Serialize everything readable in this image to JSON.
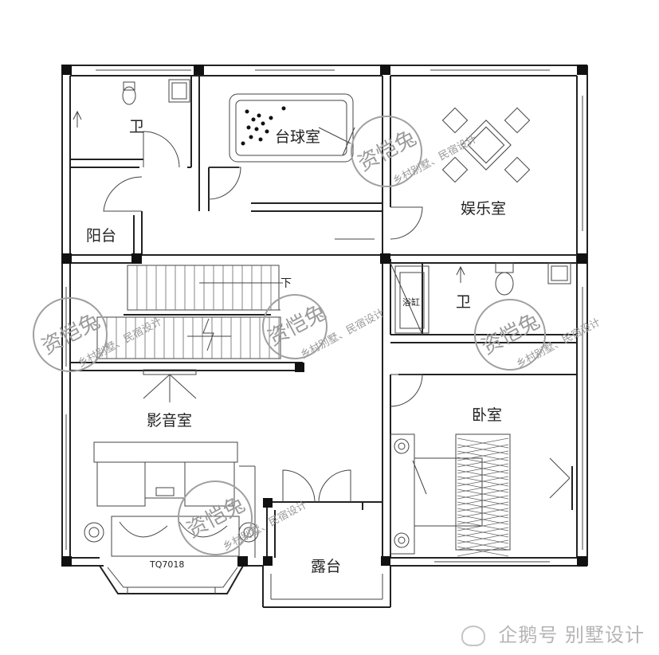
{
  "rooms": {
    "toilet_top": "卫",
    "billiards": "台球室",
    "entertainment": "娱乐室",
    "balcony": "阳台",
    "stairs_down": "下",
    "bathtub": "浴缸",
    "toilet_mid": "卫",
    "theater": "影音室",
    "bedroom": "卧室",
    "terrace": "露台"
  },
  "sofa_tag": "TQ7018",
  "watermark": {
    "title": "资恺兔",
    "subtitle": "乡村别墅、民宿设计"
  },
  "footer": {
    "brand": "企鹅号 别墅设计"
  },
  "colors": {
    "line": "#222222",
    "watermark": "#9a9a9a"
  }
}
